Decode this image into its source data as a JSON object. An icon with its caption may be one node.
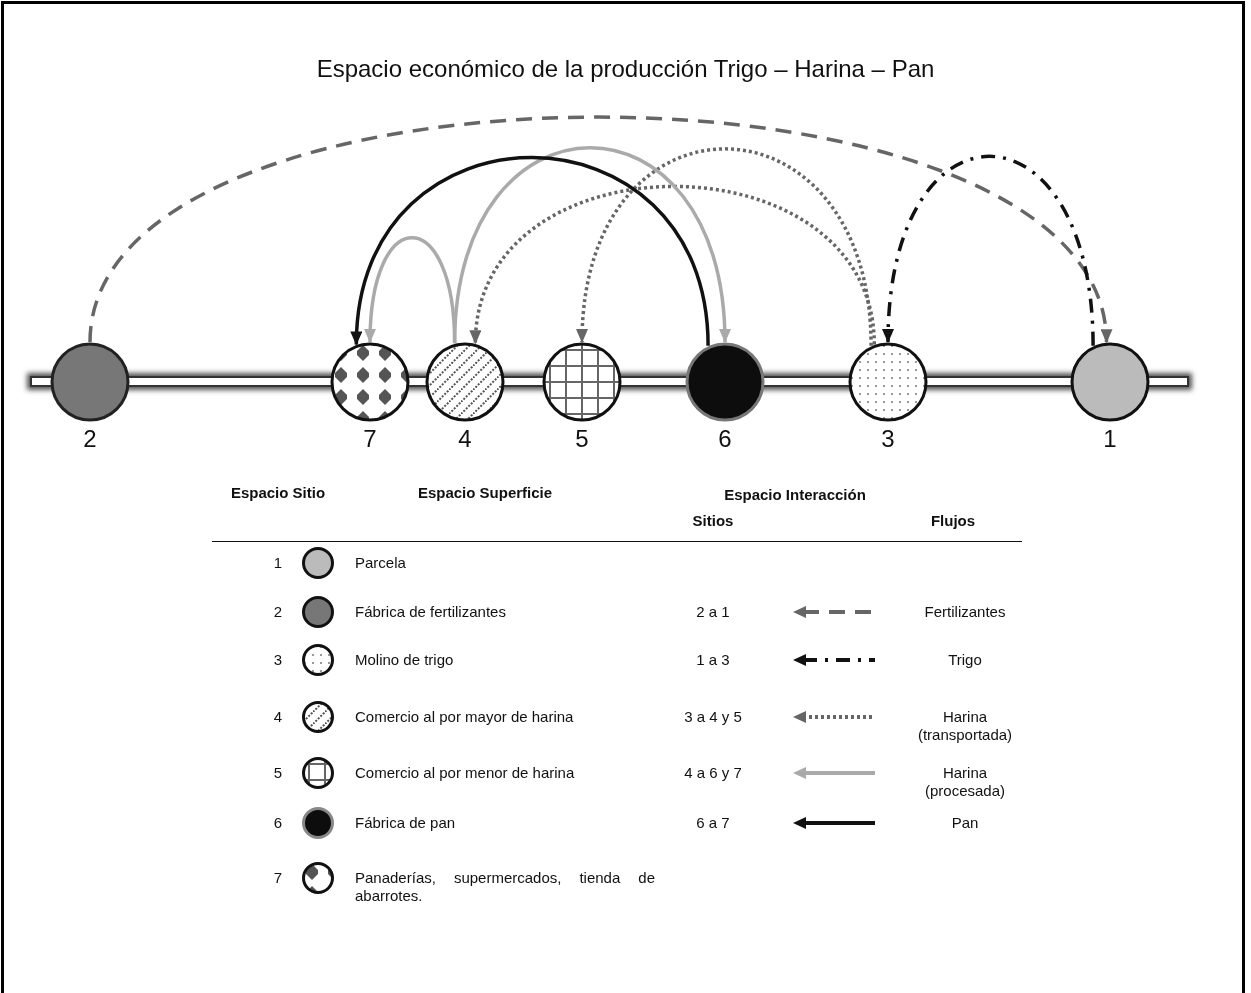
{
  "diagram": {
    "title": "Espacio económico de la producción Trigo – Harina – Pan",
    "nodes": [
      {
        "text": [],
        "shape": "circle",
        "beside": [
          "2"
        ]
      },
      {
        "text": [],
        "shape": "circle",
        "beside": [
          "7"
        ]
      },
      {
        "text": [],
        "shape": "circle",
        "beside": [
          "4"
        ]
      },
      {
        "text": [],
        "shape": "circle",
        "beside": [
          "5"
        ]
      },
      {
        "text": [],
        "shape": "circle",
        "beside": [
          "6"
        ]
      },
      {
        "text": [],
        "shape": "circle",
        "beside": [
          "3"
        ]
      },
      {
        "text": [],
        "shape": "circle",
        "beside": [
          "1"
        ]
      }
    ],
    "edges": [
      {
        "from": 0,
        "to": 6,
        "arrow": "to",
        "style": "dashed",
        "color": "#666666"
      },
      {
        "from": 6,
        "to": 5,
        "arrow": "to",
        "style": "dashed"
      },
      {
        "from": 5,
        "to": 2,
        "arrow": "to",
        "style": "dashed",
        "color": "#666666"
      },
      {
        "from": 5,
        "to": 3,
        "arrow": "to",
        "style": "dashed",
        "color": "#666666"
      },
      {
        "from": 2,
        "to": 1,
        "arrow": "to",
        "color": "#aaaaaa"
      },
      {
        "from": 2,
        "to": 4,
        "arrow": "to",
        "color": "#aaaaaa"
      },
      {
        "from": 4,
        "to": 1,
        "arrow": "to"
      }
    ],
    "labels": [
      "Espacio Sitio",
      "Espacio Superficie",
      "Espacio Interacción",
      "Sitios",
      "Flujos",
      "1",
      "Parcela",
      "2",
      "Fábrica de fertilizantes",
      "2 a 1",
      "Fertilizantes",
      "3",
      "Molino de trigo",
      "1 a 3",
      "Trigo",
      "4",
      "Comercio al por mayor de harina",
      "3 a 4 y 5",
      "Harina (transportada)",
      "5",
      "Comercio al por menor de harina",
      "4 a 6 y 7",
      "Harina (procesada)",
      "6",
      "Fábrica de pan",
      "6 a 7",
      "Pan",
      "7",
      "Panaderías, supermercados, tienda de abarrotes."
    ]
  }
}
